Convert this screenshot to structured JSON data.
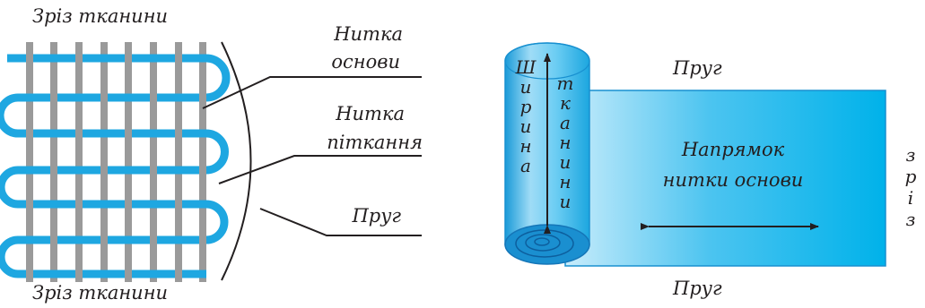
{
  "colors": {
    "weft": "#1ea7e1",
    "warp": "#9a9a9a",
    "line": "#231f20",
    "fabric_dark": "#00b2ea",
    "fabric_light": "#bfe8fa",
    "roll_end": "#1890d0"
  },
  "weave": {
    "top_label": "Зріз тканини",
    "bottom_label": "Зріз тканини",
    "warp_label": [
      "Нитка",
      "основи"
    ],
    "weft_label": [
      "Нитка",
      "піткання"
    ],
    "selvage_label": "Пруг"
  },
  "fabric": {
    "selvage_top": "Пруг",
    "selvage_bottom": "Пруг",
    "direction_label": [
      "Напрямок",
      "нитки основи"
    ],
    "width_label": "Ширина",
    "width_label_2": "тканини",
    "cut_label": "Зріз"
  }
}
